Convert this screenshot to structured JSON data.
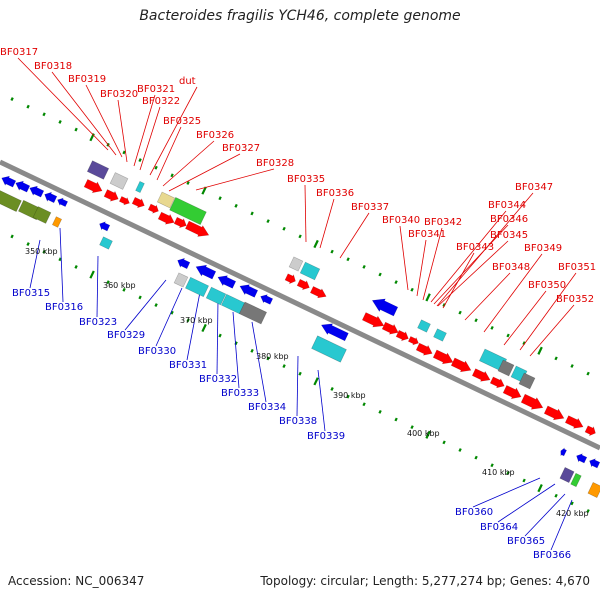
{
  "title": "Bacteroides fragilis YCH46, complete genome",
  "footer": {
    "accession": "Accession: NC_006347",
    "summary": "Topology: circular; Length: 5,277,274 bp; Genes: 4,670"
  },
  "colors": {
    "forward": "#ff0000",
    "reverse": "#0000ee",
    "cyan": "#28c8d0",
    "gray": "#777777",
    "lightgray": "#cccccc",
    "olive": "#6b8e23",
    "green": "#33cc33",
    "purple": "#5a4a9a",
    "tan": "#e8d890",
    "orange": "#ff9900",
    "tick": "#008800"
  },
  "kbp_labels": [
    "350 kbp",
    "360 kbp",
    "370 kbp",
    "380 kbp",
    "390 kbp",
    "400 kbp",
    "410 kbp",
    "420 kbp"
  ],
  "top_genes": [
    "BF0317",
    "BF0318",
    "BF0319",
    "BF0320",
    "BF0321",
    "BF0322",
    "dut",
    "BF0325",
    "BF0326",
    "BF0327",
    "BF0328",
    "BF0335",
    "BF0336",
    "BF0337",
    "BF0340",
    "BF0341",
    "BF0342",
    "BF0343",
    "BF0344",
    "BF0345",
    "BF0346",
    "BF0347",
    "BF0348",
    "BF0349",
    "BF0350",
    "BF0351",
    "BF0352"
  ],
  "bottom_genes": [
    "BF0315",
    "BF0316",
    "BF0323",
    "BF0329",
    "BF0330",
    "BF0331",
    "BF0332",
    "BF0333",
    "BF0334",
    "BF0338",
    "BF0339",
    "BF0360",
    "BF0364",
    "BF0365",
    "BF0366"
  ]
}
